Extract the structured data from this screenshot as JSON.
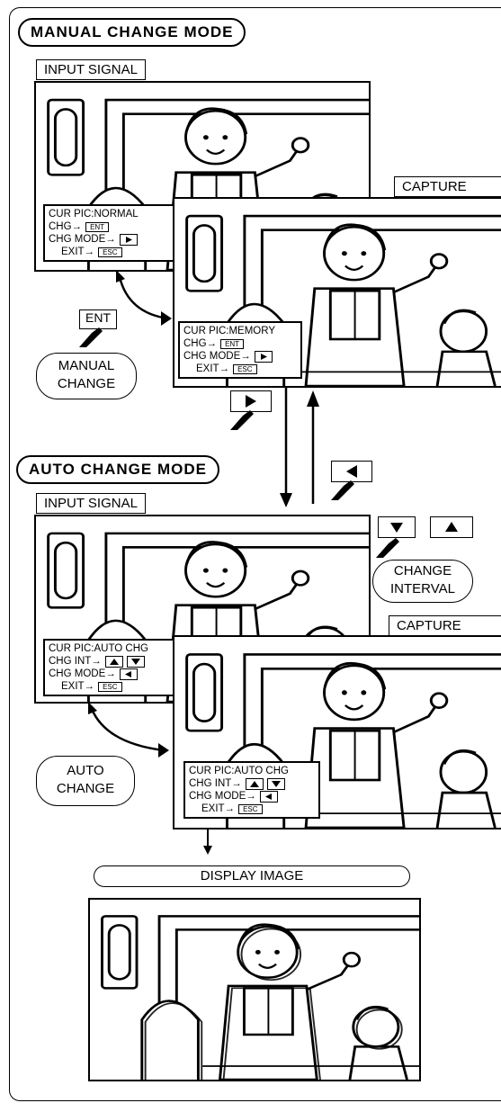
{
  "manual_mode": {
    "title": "MANUAL CHANGE MODE",
    "input_signal_label": "INPUT SIGNAL",
    "capture_label": "CAPTURE",
    "osd_input": {
      "cur_pic": "CUR PIC:NORMAL",
      "chg": "CHG→",
      "chg_key": "ENT",
      "chg_mode": "CHG MODE→",
      "exit": "EXIT→",
      "exit_key": "ESC"
    },
    "osd_capture": {
      "cur_pic": "CUR PIC:MEMORY",
      "chg": "CHG→",
      "chg_key": "ENT",
      "chg_mode": "CHG MODE→",
      "exit": "EXIT→",
      "exit_key": "ESC"
    },
    "ent_key": "ENT",
    "action_label_line1": "MANUAL",
    "action_label_line2": "CHANGE"
  },
  "auto_mode": {
    "title": "AUTO CHANGE MODE",
    "input_signal_label": "INPUT SIGNAL",
    "capture_label": "CAPTURE",
    "osd_input": {
      "cur_pic": "CUR PIC:AUTO CHG",
      "chg_int": "CHG INT→",
      "chg_mode": "CHG MODE→",
      "exit": "EXIT→",
      "exit_key": "ESC"
    },
    "osd_capture": {
      "cur_pic": "CUR PIC:AUTO CHG",
      "chg_int": "CHG INT→",
      "chg_mode": "CHG MODE→",
      "exit": "EXIT→",
      "exit_key": "ESC"
    },
    "interval_label_line1": "CHANGE",
    "interval_label_line2": "INTERVAL",
    "action_label_line1": "AUTO",
    "action_label_line2": "CHANGE"
  },
  "display": {
    "label": "DISPLAY  IMAGE"
  }
}
